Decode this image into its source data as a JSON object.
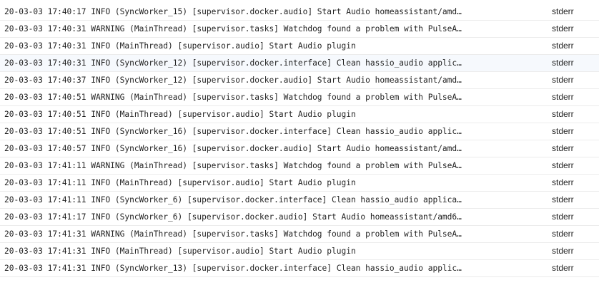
{
  "log": {
    "rows": [
      {
        "message": "20-03-03 17:40:17 INFO (SyncWorker_15) [supervisor.docker.audio] Start Audio homeassistant/amd…",
        "source": "stderr"
      },
      {
        "message": "20-03-03 17:40:31 WARNING (MainThread) [supervisor.tasks] Watchdog found a problem with PulseA…",
        "source": "stderr"
      },
      {
        "message": "20-03-03 17:40:31 INFO (MainThread) [supervisor.audio] Start Audio plugin",
        "source": "stderr"
      },
      {
        "message": "20-03-03 17:40:31 INFO (SyncWorker_12) [supervisor.docker.interface] Clean hassio_audio applic…",
        "source": "stderr",
        "highlighted": true
      },
      {
        "message": "20-03-03 17:40:37 INFO (SyncWorker_12) [supervisor.docker.audio] Start Audio homeassistant/amd…",
        "source": "stderr"
      },
      {
        "message": "20-03-03 17:40:51 WARNING (MainThread) [supervisor.tasks] Watchdog found a problem with PulseA…",
        "source": "stderr"
      },
      {
        "message": "20-03-03 17:40:51 INFO (MainThread) [supervisor.audio] Start Audio plugin",
        "source": "stderr"
      },
      {
        "message": "20-03-03 17:40:51 INFO (SyncWorker_16) [supervisor.docker.interface] Clean hassio_audio applic…",
        "source": "stderr"
      },
      {
        "message": "20-03-03 17:40:57 INFO (SyncWorker_16) [supervisor.docker.audio] Start Audio homeassistant/amd…",
        "source": "stderr"
      },
      {
        "message": "20-03-03 17:41:11 WARNING (MainThread) [supervisor.tasks] Watchdog found a problem with PulseA…",
        "source": "stderr"
      },
      {
        "message": "20-03-03 17:41:11 INFO (MainThread) [supervisor.audio] Start Audio plugin",
        "source": "stderr"
      },
      {
        "message": "20-03-03 17:41:11 INFO (SyncWorker_6) [supervisor.docker.interface] Clean hassio_audio applica…",
        "source": "stderr"
      },
      {
        "message": "20-03-03 17:41:17 INFO (SyncWorker_6) [supervisor.docker.audio] Start Audio homeassistant/amd6…",
        "source": "stderr"
      },
      {
        "message": "20-03-03 17:41:31 WARNING (MainThread) [supervisor.tasks] Watchdog found a problem with PulseA…",
        "source": "stderr"
      },
      {
        "message": "20-03-03 17:41:31 INFO (MainThread) [supervisor.audio] Start Audio plugin",
        "source": "stderr"
      },
      {
        "message": "20-03-03 17:41:31 INFO (SyncWorker_13) [supervisor.docker.interface] Clean hassio_audio applic…",
        "source": "stderr"
      }
    ]
  }
}
